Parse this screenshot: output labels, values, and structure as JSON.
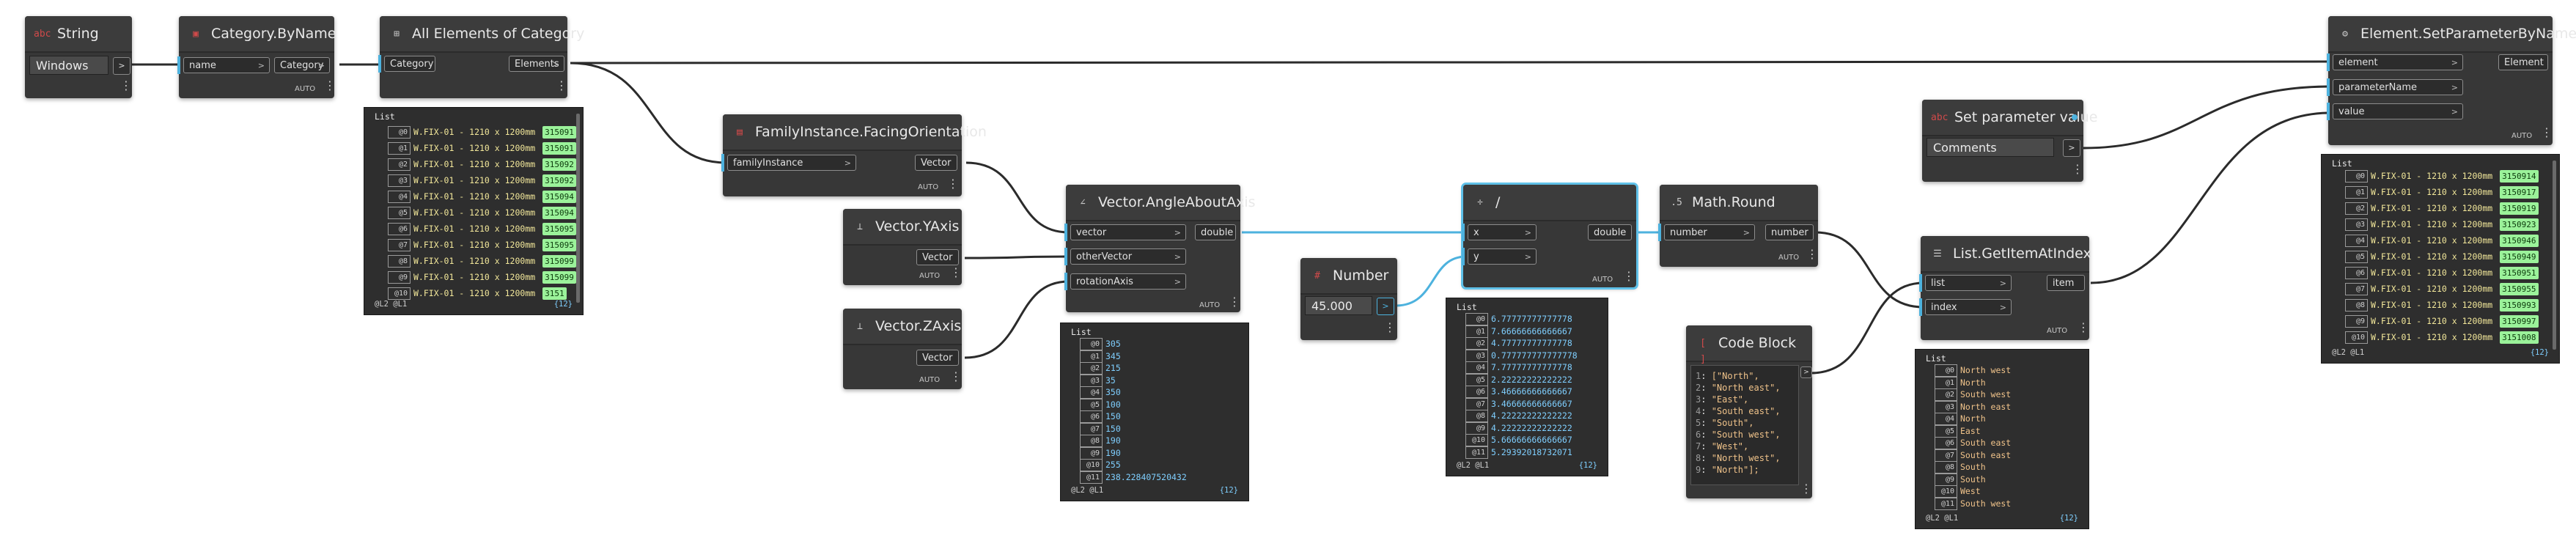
{
  "nodes": {
    "string": {
      "title": "String",
      "value": "Windows"
    },
    "category_by_name": {
      "title": "Category.ByName",
      "in_name": "name",
      "out": "Category",
      "lacing": "AUTO"
    },
    "all_elements": {
      "title": "All Elements of Category",
      "in": "Category",
      "out": "Elements",
      "preview": {
        "header": "List",
        "level": "@L2 @L1",
        "count": "{12}",
        "items": [
          {
            "i": "@0",
            "label": "W.FIX-01 - 1210 x 1200mm",
            "id": "315091"
          },
          {
            "i": "@1",
            "label": "W.FIX-01 - 1210 x 1200mm",
            "id": "315091"
          },
          {
            "i": "@2",
            "label": "W.FIX-01 - 1210 x 1200mm",
            "id": "315092"
          },
          {
            "i": "@3",
            "label": "W.FIX-01 - 1210 x 1200mm",
            "id": "315092"
          },
          {
            "i": "@4",
            "label": "W.FIX-01 - 1210 x 1200mm",
            "id": "315094"
          },
          {
            "i": "@5",
            "label": "W.FIX-01 - 1210 x 1200mm",
            "id": "315094"
          },
          {
            "i": "@6",
            "label": "W.FIX-01 - 1210 x 1200mm",
            "id": "315095"
          },
          {
            "i": "@7",
            "label": "W.FIX-01 - 1210 x 1200mm",
            "id": "315095"
          },
          {
            "i": "@8",
            "label": "W.FIX-01 - 1210 x 1200mm",
            "id": "315099"
          },
          {
            "i": "@9",
            "label": "W.FIX-01 - 1210 x 1200mm",
            "id": "315099"
          },
          {
            "i": "@10",
            "label": "W.FIX-01 - 1210 x 1200mm",
            "id": "3151"
          }
        ]
      }
    },
    "facing": {
      "title": "FamilyInstance.FacingOrientation",
      "in": "familyInstance",
      "out": "Vector",
      "lacing": "AUTO"
    },
    "yaxis": {
      "title": "Vector.YAxis",
      "out": "Vector",
      "lacing": "AUTO"
    },
    "zaxis": {
      "title": "Vector.ZAxis",
      "out": "Vector",
      "lacing": "AUTO"
    },
    "angle": {
      "title": "Vector.AngleAboutAxis",
      "in1": "vector",
      "in2": "otherVector",
      "in3": "rotationAxis",
      "out": "double",
      "lacing": "AUTO",
      "preview": {
        "header": "List",
        "level": "@L2 @L1",
        "count": "{12}",
        "items": [
          {
            "i": "@0",
            "v": "305"
          },
          {
            "i": "@1",
            "v": "345"
          },
          {
            "i": "@2",
            "v": "215"
          },
          {
            "i": "@3",
            "v": "35"
          },
          {
            "i": "@4",
            "v": "350"
          },
          {
            "i": "@5",
            "v": "100"
          },
          {
            "i": "@6",
            "v": "150"
          },
          {
            "i": "@7",
            "v": "150"
          },
          {
            "i": "@8",
            "v": "190"
          },
          {
            "i": "@9",
            "v": "190"
          },
          {
            "i": "@10",
            "v": "255"
          },
          {
            "i": "@11",
            "v": "238.228407520432"
          }
        ]
      }
    },
    "number": {
      "title": "Number",
      "value": "45.000"
    },
    "divide": {
      "title": "/",
      "in1": "x",
      "in2": "y",
      "out": "double",
      "lacing": "AUTO",
      "preview": {
        "header": "List",
        "level": "@L2 @L1",
        "count": "{12}",
        "items": [
          {
            "i": "@0",
            "v": "6.77777777777778"
          },
          {
            "i": "@1",
            "v": "7.66666666666667"
          },
          {
            "i": "@2",
            "v": "4.77777777777778"
          },
          {
            "i": "@3",
            "v": "0.777777777777778"
          },
          {
            "i": "@4",
            "v": "7.77777777777778"
          },
          {
            "i": "@5",
            "v": "2.22222222222222"
          },
          {
            "i": "@6",
            "v": "3.46666666666667"
          },
          {
            "i": "@7",
            "v": "3.46666666666667"
          },
          {
            "i": "@8",
            "v": "4.22222222222222"
          },
          {
            "i": "@9",
            "v": "4.22222222222222"
          },
          {
            "i": "@10",
            "v": "5.66666666666667"
          },
          {
            "i": "@11",
            "v": "5.29392018732071"
          }
        ]
      }
    },
    "round": {
      "title": "Math.Round",
      "in": "number",
      "out": "number",
      "lacing": "AUTO"
    },
    "codeblock": {
      "title": "Code Block",
      "lines": [
        {
          "n": "1",
          "t": "[\"North\","
        },
        {
          "n": "2",
          "t": "\"North east\","
        },
        {
          "n": "3",
          "t": "\"East\","
        },
        {
          "n": "4",
          "t": "\"South east\","
        },
        {
          "n": "5",
          "t": "\"South\","
        },
        {
          "n": "6",
          "t": "\"South west\","
        },
        {
          "n": "7",
          "t": "\"West\","
        },
        {
          "n": "8",
          "t": "\"North west\","
        },
        {
          "n": "9",
          "t": "\"North\"];"
        }
      ]
    },
    "getitem": {
      "title": "List.GetItemAtIndex",
      "in1": "list",
      "in2": "index",
      "out": "item",
      "lacing": "AUTO",
      "preview": {
        "header": "List",
        "level": "@L2 @L1",
        "count": "{12}",
        "items": [
          {
            "i": "@0",
            "v": "North west"
          },
          {
            "i": "@1",
            "v": "North"
          },
          {
            "i": "@2",
            "v": "South west"
          },
          {
            "i": "@3",
            "v": "North east"
          },
          {
            "i": "@4",
            "v": "North"
          },
          {
            "i": "@5",
            "v": "East"
          },
          {
            "i": "@6",
            "v": "South east"
          },
          {
            "i": "@7",
            "v": "South east"
          },
          {
            "i": "@8",
            "v": "South"
          },
          {
            "i": "@9",
            "v": "South"
          },
          {
            "i": "@10",
            "v": "West"
          },
          {
            "i": "@11",
            "v": "South west"
          }
        ]
      }
    },
    "setparamvalue": {
      "title": "Set parameter value",
      "value": "Comments"
    },
    "setparam": {
      "title": "Element.SetParameterByName",
      "in1": "element",
      "in2": "parameterName",
      "in3": "value",
      "out": "Element",
      "lacing": "AUTO",
      "preview": {
        "header": "List",
        "level": "@L2 @L1",
        "count": "{12}",
        "items": [
          {
            "i": "@0",
            "label": "W.FIX-01 - 1210 x 1200mm",
            "id": "3150914"
          },
          {
            "i": "@1",
            "label": "W.FIX-01 - 1210 x 1200mm",
            "id": "3150917"
          },
          {
            "i": "@2",
            "label": "W.FIX-01 - 1210 x 1200mm",
            "id": "3150919"
          },
          {
            "i": "@3",
            "label": "W.FIX-01 - 1210 x 1200mm",
            "id": "3150923"
          },
          {
            "i": "@4",
            "label": "W.FIX-01 - 1210 x 1200mm",
            "id": "3150946"
          },
          {
            "i": "@5",
            "label": "W.FIX-01 - 1210 x 1200mm",
            "id": "3150949"
          },
          {
            "i": "@6",
            "label": "W.FIX-01 - 1210 x 1200mm",
            "id": "3150951"
          },
          {
            "i": "@7",
            "label": "W.FIX-01 - 1210 x 1200mm",
            "id": "3150955"
          },
          {
            "i": "@8",
            "label": "W.FIX-01 - 1210 x 1200mm",
            "id": "3150993"
          },
          {
            "i": "@9",
            "label": "W.FIX-01 - 1210 x 1200mm",
            "id": "3150997"
          },
          {
            "i": "@10",
            "label": "W.FIX-01 - 1210 x 1200mm",
            "id": "3151008"
          }
        ]
      }
    }
  }
}
